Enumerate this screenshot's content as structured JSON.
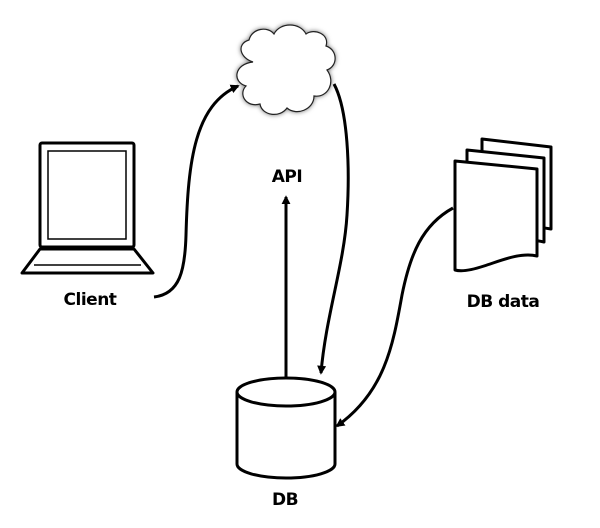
{
  "diagram": {
    "nodes": {
      "client": {
        "label": "Client",
        "icon": "laptop-icon"
      },
      "api": {
        "label": "API",
        "icon": "cloud-icon"
      },
      "db_data": {
        "label": "DB data",
        "icon": "documents-icon"
      },
      "db": {
        "label": "DB",
        "icon": "database-icon"
      }
    },
    "edges": [
      {
        "from": "client",
        "to": "api"
      },
      {
        "from": "api",
        "to": "db"
      },
      {
        "from": "db",
        "to": "api"
      },
      {
        "from": "db_data",
        "to": "db"
      }
    ],
    "colors": {
      "stroke": "#000000",
      "fill": "#ffffff"
    }
  }
}
